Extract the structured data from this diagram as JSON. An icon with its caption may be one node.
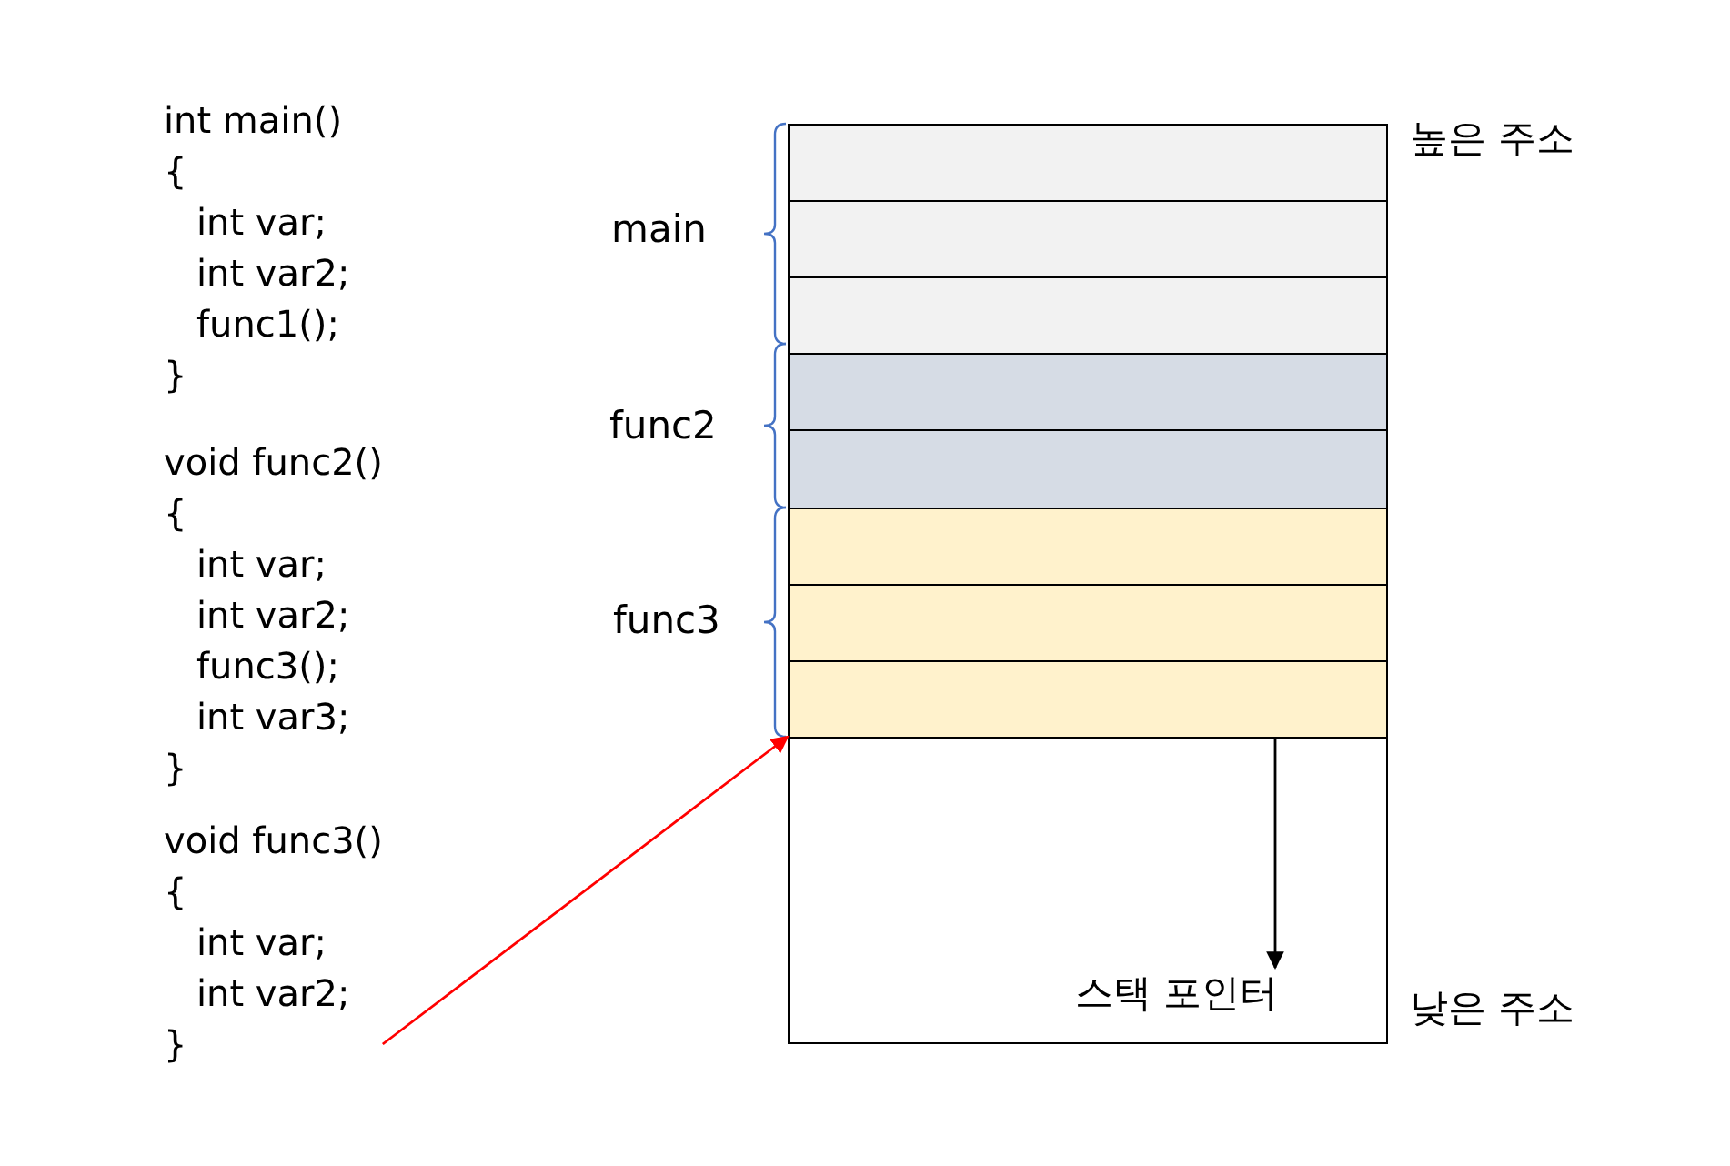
{
  "diagram": {
    "nodes": [
      {
        "text": [
          "int main()",
          "{",
          "int var;",
          "int var2;",
          "func1();",
          "}"
        ]
      },
      {
        "text": [
          "void func2()",
          "{",
          "int var;",
          "int var2;",
          "func3();",
          "int var3;",
          "}"
        ]
      },
      {
        "text": [
          "void func3()",
          "{",
          "int var;",
          "int var2;",
          "}"
        ]
      },
      {
        "text": [],
        "shape": "box"
      },
      {
        "text": [],
        "shape": "box"
      },
      {
        "text": [],
        "shape": "box"
      },
      {
        "text": [],
        "shape": "box"
      },
      {
        "text": [],
        "shape": "box"
      },
      {
        "text": [],
        "shape": "box"
      },
      {
        "text": [],
        "shape": "box"
      },
      {
        "text": [],
        "shape": "box"
      },
      {
        "text": [],
        "shape": "box"
      },
      {
        "text": [
          "스택 포인터"
        ],
        "in": 11
      }
    ],
    "edges": [
      {
        "from": 2,
        "to": 11,
        "arrow": "to",
        "color": "#ff0000"
      },
      {
        "from": 10,
        "to": 12,
        "arrow": "to",
        "color": "#000000"
      }
    ],
    "labels": [
      "높은 주소",
      "main",
      "func2",
      "func3",
      "낮은 주소"
    ]
  }
}
